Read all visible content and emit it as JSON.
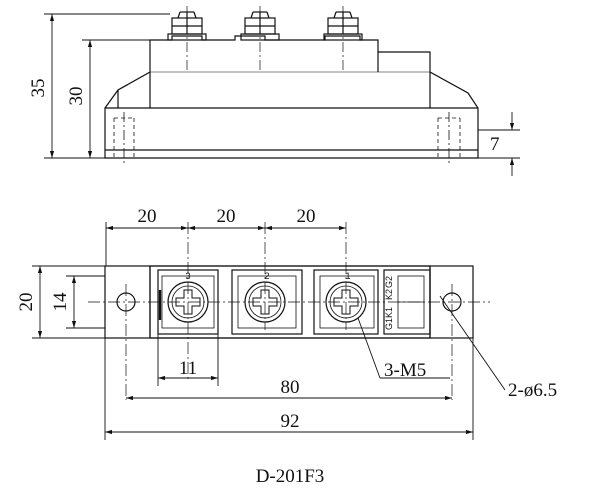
{
  "model_label": "D-201F3",
  "side_view": {
    "dim_total_height": "35",
    "dim_body_height": "30",
    "dim_base_height": "7"
  },
  "top_view": {
    "dim_pitch_1": "20",
    "dim_pitch_2": "20",
    "dim_pitch_3": "20",
    "dim_width": "20",
    "dim_inner_width": "14",
    "dim_terminal_width": "11",
    "dim_hole_spacing": "80",
    "dim_total_length": "92",
    "terminal_callout": "3-M5",
    "hole_callout": "2-ø6.5",
    "terminal_numbers": [
      "3",
      "2",
      "1"
    ],
    "gate_labels": [
      "G1",
      "K1",
      "K2",
      "G2"
    ]
  },
  "colors": {
    "line": "#111111",
    "background": "#ffffff"
  }
}
